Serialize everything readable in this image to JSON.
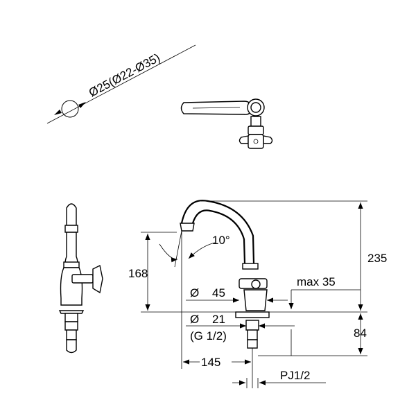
{
  "labels": {
    "pipe_diameter": "Ø25(Ø22-Ø35)",
    "spout_angle": "10°",
    "height_total": "235",
    "height_spout": "168",
    "base_diameter_symbol": "Ø",
    "base_diameter_value": "45",
    "max_thickness": "max  35",
    "connection_diameter_symbol": "Ø",
    "connection_diameter_value": "21",
    "thread": "(G 1/2)",
    "lower_height": "84",
    "reach": "145",
    "connector": "PJ1/2"
  }
}
